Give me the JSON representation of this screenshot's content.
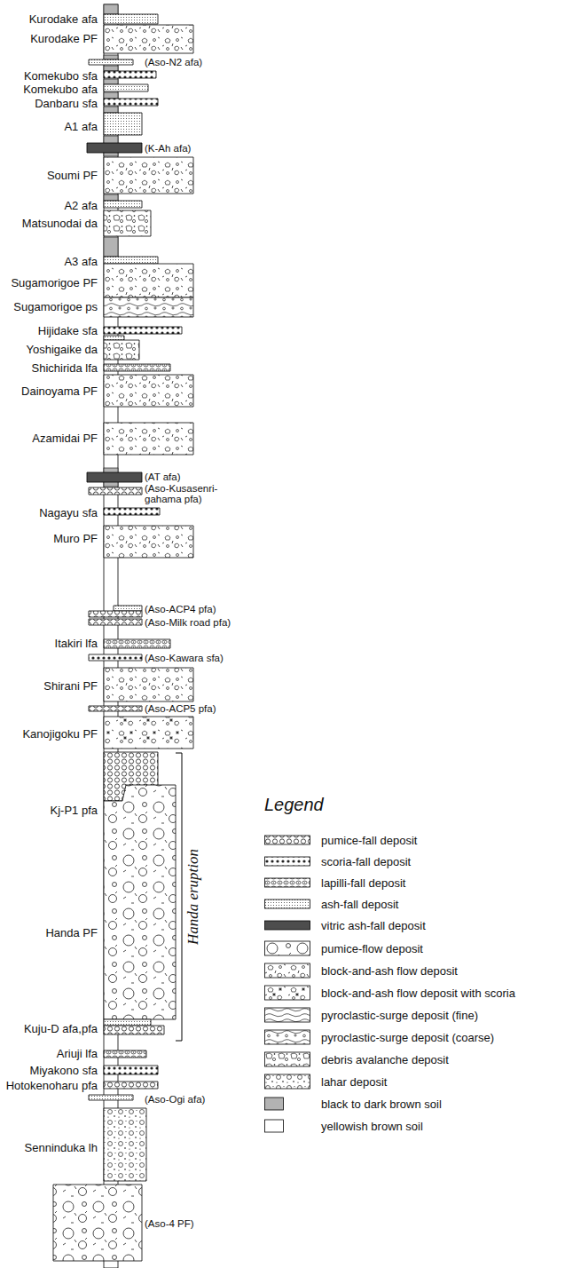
{
  "diagram": {
    "labels": [
      "Kurodake afa",
      "Kurodake PF",
      "(Aso-N2 afa)",
      "Komekubo sfa",
      "Komekubo afa",
      "Danbaru sfa",
      "A1 afa",
      "(K-Ah afa)",
      "Soumi PF",
      "A2 afa",
      "Matsunodai da",
      "A3 afa",
      "Sugamorigoe PF",
      "Sugamorigoe ps",
      "Hijidake sfa",
      "Yoshigaike da",
      "Shichirida lfa",
      "Dainoyama PF",
      "Azamidai PF",
      "(AT afa)",
      "(Aso-Kusasenri- gahama pfa)",
      "Nagayu sfa",
      "Muro PF",
      "(Aso-ACP4 pfa)",
      "(Aso-Milk road pfa)",
      "Itakiri lfa",
      "(Aso-Kawara sfa)",
      "Shirani PF",
      "(Aso-ACP5 pfa)",
      "Kanojigoku PF",
      "Kj-P1 pfa",
      "Handa PF",
      "Kuju-D afa,pfa",
      "Ariuji lfa",
      "Miyakono sfa",
      "Hotokenoharu pfa",
      "(Aso-Ogi afa)",
      "Senninduka lh",
      "(Aso-4 PF)",
      "Handa eruption",
      "Legend"
    ],
    "legend": [
      {
        "text": "pumice-fall deposit"
      },
      {
        "text": "scoria-fall deposit"
      },
      {
        "text": "lapilli-fall deposit"
      },
      {
        "text": "ash-fall deposit"
      },
      {
        "text": "vitric ash-fall deposit",
        "color": "#4d4d4d"
      },
      {
        "text": "pumice-flow deposit"
      },
      {
        "text": "block-and-ash flow deposit"
      },
      {
        "text": "block-and-ash flow deposit with scoria"
      },
      {
        "text": "pyroclastic-surge deposit (fine)"
      },
      {
        "text": "pyroclastic-surge deposit (coarse)"
      },
      {
        "text": "debris avalanche deposit"
      },
      {
        "text": "lahar deposit"
      },
      {
        "text": "black to dark brown soil",
        "color": "#b3b3b3"
      },
      {
        "text": "yellowish brown soil",
        "color": "#ffffff"
      }
    ]
  }
}
